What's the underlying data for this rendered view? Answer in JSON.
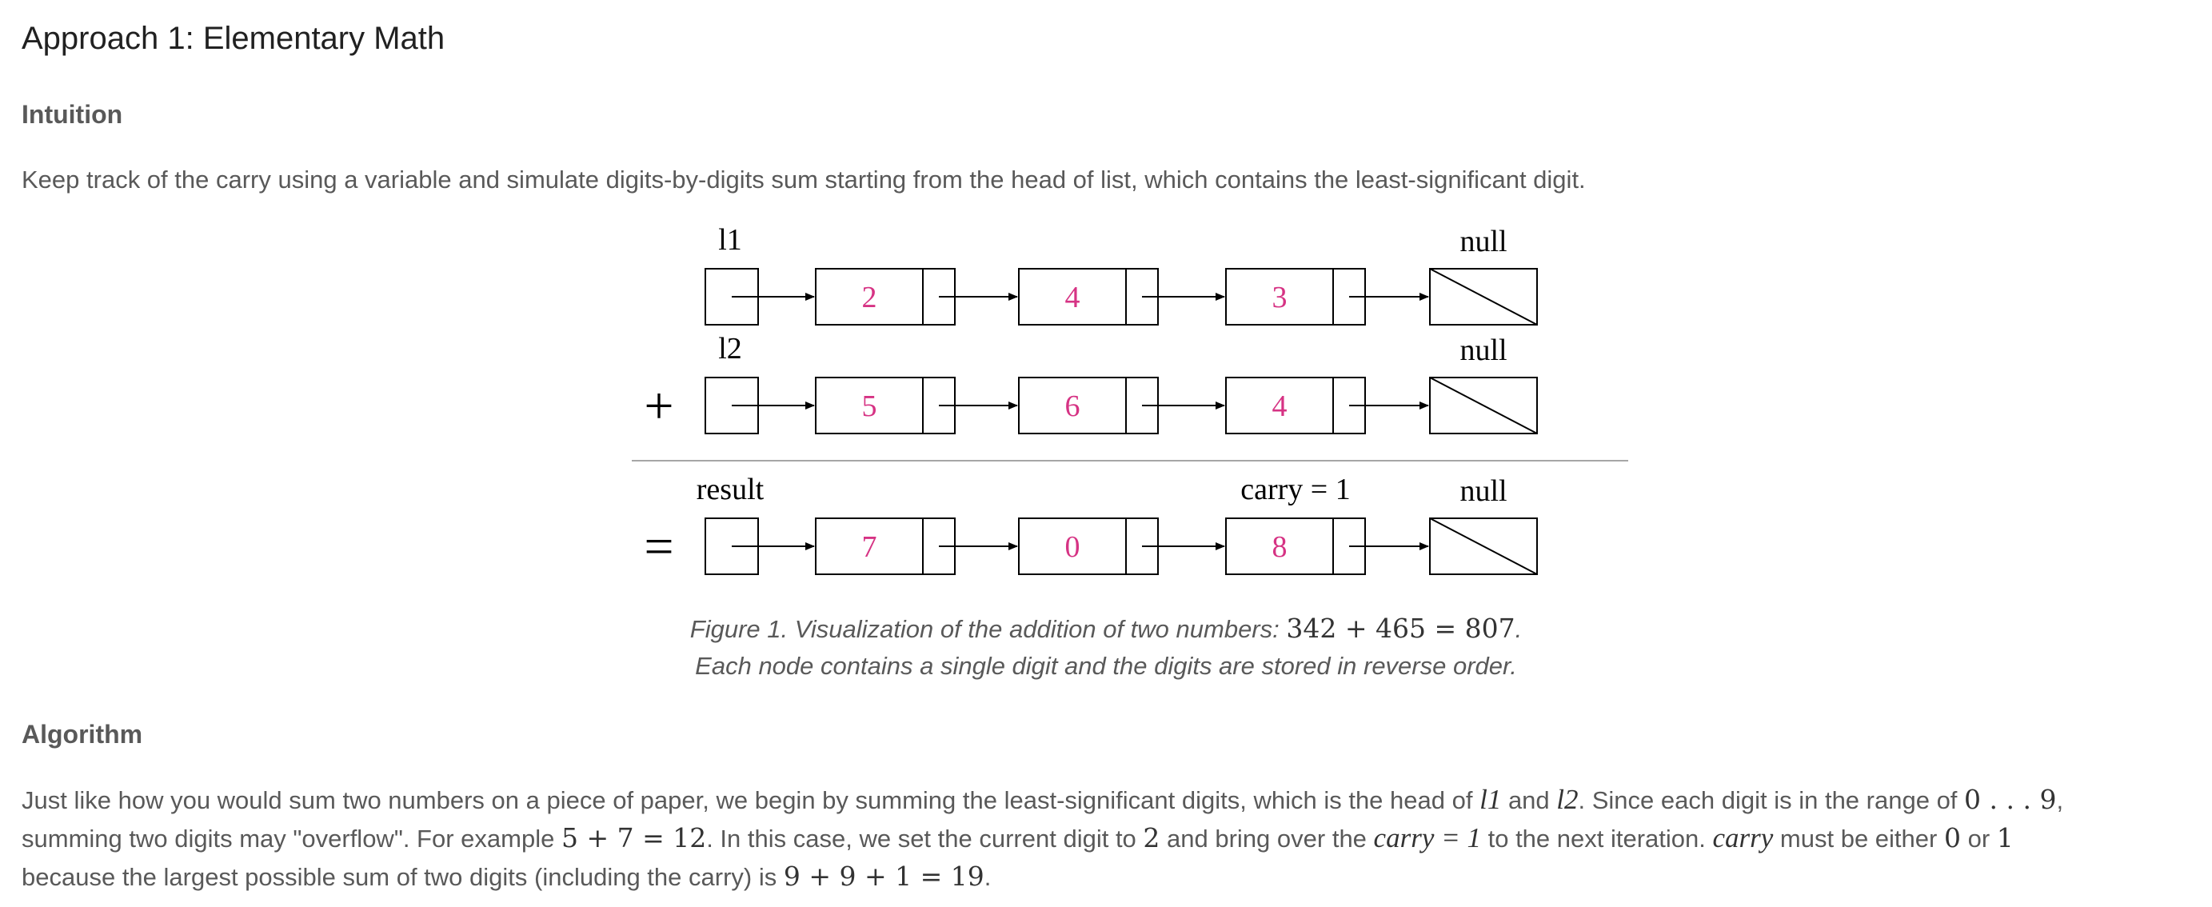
{
  "title": "Approach 1: Elementary Math",
  "intuition": {
    "heading": "Intuition",
    "text": "Keep track of the carry using a variable and simulate digits-by-digits sum starting from the head of list, which contains the least-significant digit."
  },
  "figure": {
    "rows": [
      {
        "operator": "",
        "label": "l1",
        "digits": [
          "2",
          "4",
          "3"
        ],
        "null_label": "null",
        "carry_label": ""
      },
      {
        "operator": "+",
        "label": "l2",
        "digits": [
          "5",
          "6",
          "4"
        ],
        "null_label": "null",
        "carry_label": ""
      },
      {
        "operator": "=",
        "label": "result",
        "digits": [
          "7",
          "0",
          "8"
        ],
        "null_label": "null",
        "carry_label": "carry = 1"
      }
    ],
    "colors": {
      "digit": "#d63384",
      "stroke": "#000000",
      "divider": "#a6a6a6"
    },
    "caption_line1_prefix": "Figure 1. Visualization of the addition of two numbers: ",
    "caption_math": "342 + 465 = 807",
    "caption_line1_suffix": ".",
    "caption_line2": "Each node contains a single digit and the digits are stored in reverse order."
  },
  "algorithm": {
    "heading": "Algorithm",
    "line1": {
      "t1": "Just like how you would sum two numbers on a piece of paper, we begin by summing the least-significant digits, which is the head of ",
      "m1": "l1",
      "t2": " and ",
      "m2": "l2",
      "t3": ". Since each digit is in the range of ",
      "m3": "0 . . . 9",
      "t4": ","
    },
    "line2": {
      "t1": "summing two digits may \"overflow\". For example ",
      "m1": "5 + 7 = 12",
      "t2": ". In this case, we set the current digit to ",
      "m2": "2",
      "t3": " and bring over the ",
      "m3": "carry = 1",
      "t4": " to the next iteration. ",
      "m4": "carry",
      "t5": " must be either ",
      "m5": "0",
      "t6": " or ",
      "m6": "1"
    },
    "line3": {
      "t1": "because the largest possible sum of two digits (including the carry) is ",
      "m1": "9 + 9 + 1 = 19",
      "t2": "."
    }
  }
}
